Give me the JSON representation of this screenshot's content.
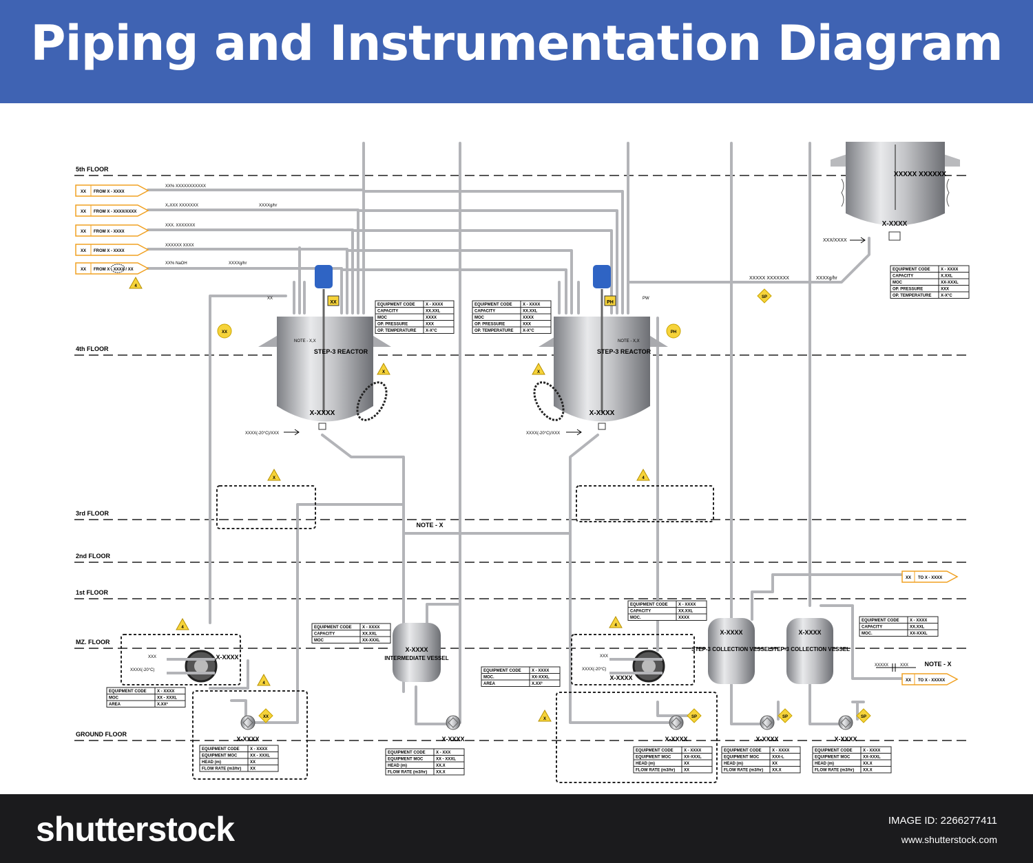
{
  "title": "Piping and Instrumentation Diagram",
  "colors": {
    "header": "#3f63b3",
    "footer": "#1b1b1d",
    "pipe": "#b8b9bc",
    "stream_box": "#f0a020",
    "warning": "#f6d33a",
    "motor": "#2f64c4"
  },
  "floors": [
    {
      "id": "fifth",
      "label": "5th FLOOR"
    },
    {
      "id": "fourth",
      "label": "4th FLOOR"
    },
    {
      "id": "third",
      "label": "3rd FLOOR"
    },
    {
      "id": "second",
      "label": "2nd FLOOR"
    },
    {
      "id": "first",
      "label": "1st FLOOR"
    },
    {
      "id": "mz",
      "label": "MZ. FLOOR"
    },
    {
      "id": "ground",
      "label": "GROUND FLOOR"
    }
  ],
  "inlet_streams": [
    {
      "tag": "XX",
      "source": "FROM X - XXXX",
      "desc": "XX% XXXXXXXXXXX",
      "flow": ""
    },
    {
      "tag": "XX",
      "source": "FROM X - XXXX/XXXX",
      "desc": "X₂XXX XXXXXXX",
      "flow": "XXXXg/hr"
    },
    {
      "tag": "XX",
      "source": "FROM X - XXXX",
      "desc": "XXX. XXXXXXX",
      "flow": ""
    },
    {
      "tag": "XX",
      "source": "FROM X - XXXX",
      "desc": "XXXXXX XXXX",
      "flow": ""
    },
    {
      "tag": "XX",
      "source": "FROM X - XXXX / XX",
      "desc": "XX% NaOH",
      "flow": "XXXXg/hr"
    }
  ],
  "outlet_streams": [
    {
      "tag": "XX",
      "dest": "TO X - XXXX"
    },
    {
      "tag": "XX",
      "dest": "TO X - XXXXX"
    }
  ],
  "reactors": [
    {
      "name": "STEP-3 REACTOR",
      "tag": "X-XXXX",
      "note": "NOTE - X,X",
      "instrument": "XX",
      "indicator": "XX",
      "inlet_label": "XXXX(-20°C)/XXX",
      "vent": "XX",
      "spec": [
        [
          "EQUIPMENT CODE",
          "X - XXXX"
        ],
        [
          "CAPACITY",
          "XX.XXL"
        ],
        [
          "MOC",
          "XXXX"
        ],
        [
          "OP. PRESSURE",
          "XXX"
        ],
        [
          "OP. TEMPERATURE",
          "X-X°C"
        ]
      ]
    },
    {
      "name": "STEP-3 REACTOR",
      "tag": "X-XXXX",
      "note": "NOTE - X,X",
      "instrument": "PH",
      "indicator": "PH",
      "inlet_label": "XXXX(-20°C)/XXX",
      "vent": "PW",
      "spec": [
        [
          "EQUIPMENT CODE",
          "X - XXXX"
        ],
        [
          "CAPACITY",
          "XX.XXL"
        ],
        [
          "MOC",
          "XXXX"
        ],
        [
          "OP. PRESSURE",
          "XXX"
        ],
        [
          "OP. TEMPERATURE",
          "X-X°C"
        ]
      ]
    }
  ],
  "storage_tank": {
    "name": "XXXXX XXXXXX",
    "tag": "X-XXXX",
    "inlet_label": "XXX/XXXX",
    "line_label": "XXXXX XXXXXXX",
    "line_flow": "XXXXg/hr",
    "spec": [
      [
        "EQUIPMENT CODE",
        "X - XXXX"
      ],
      [
        "CAPACITY",
        "X.XXL"
      ],
      [
        "MOC",
        "XX-XXXL"
      ],
      [
        "OP. PRESSURE",
        "XXX"
      ],
      [
        "OP. TEMPERATURE",
        "X-X°C"
      ]
    ]
  },
  "intermediate_vessel": {
    "tag": "X-XXXX",
    "name": "INTERMEDIATE VESSEL",
    "spec": [
      [
        "EQUIPMENT CODE",
        "X - XXXX"
      ],
      [
        "CAPACITY",
        "XX.XXL"
      ],
      [
        "MOC",
        "XX-XXXL"
      ]
    ]
  },
  "collection_vessels": [
    {
      "tag": "X-XXXX",
      "name": "STEP-3 COLLECTION VESSEL",
      "spec": [
        [
          "EQUIPMENT CODE",
          "X - XXXX"
        ],
        [
          "CAPACITY",
          "XX.XXL"
        ],
        [
          "MOC.",
          "XXXX"
        ]
      ]
    },
    {
      "tag": "X-XXXX",
      "name": "STEP-3 COLLECTION VESSEL",
      "spec": [
        [
          "EQUIPMENT CODE",
          "X - XXXX"
        ],
        [
          "CAPACITY",
          "XX.XXL"
        ],
        [
          "MOC.",
          "XX-XXXL"
        ]
      ]
    }
  ],
  "chillers": [
    {
      "tag": "X-XXXX",
      "in_label": "XXX",
      "out_label": "XXXX(-20°C)",
      "spec": [
        [
          "EQUIPMENT CODE",
          "X - XXXX"
        ],
        [
          "MOC",
          "XX - XXXL"
        ],
        [
          "AREA",
          "X.XX²"
        ]
      ]
    },
    {
      "tag": "X-XXXX",
      "in_label": "XXX",
      "out_label": "XXXX(-20°C)",
      "spec": [
        [
          "EQUIPMENT CODE",
          "X - XXXX"
        ],
        [
          "MOC.",
          "XX-XXXL"
        ],
        [
          "AREA",
          "X.XX²"
        ]
      ]
    }
  ],
  "pumps": [
    {
      "tag": "X-XXXX",
      "badge": "XX",
      "spec": [
        [
          "EQUIPMENT CODE",
          "X - XXXX"
        ],
        [
          "EQUIPMENT MOC",
          "XX - XXXL"
        ],
        [
          "HEAD (m)",
          "XX"
        ],
        [
          "FLOW RATE (m3/hr)",
          "XX"
        ]
      ]
    },
    {
      "tag": "X-XXXX",
      "badge": "",
      "spec": [
        [
          "EQUIPMENT CODE",
          "X - XXX"
        ],
        [
          "EQUIPMENT MOC",
          "XX - XXXL"
        ],
        [
          "HEAD (m)",
          "XX.X"
        ],
        [
          "FLOW RATE (m3/hr)",
          "XX.X"
        ]
      ]
    },
    {
      "tag": "X-XXXX",
      "badge": "SP",
      "spec": [
        [
          "EQUIPMENT CODE",
          "X - XXXX"
        ],
        [
          "EQUIPMENT MOC",
          "XX-XXXL"
        ],
        [
          "HEAD (m)",
          "XX"
        ],
        [
          "FLOW RATE (m3/hr)",
          "XX"
        ]
      ]
    },
    {
      "tag": "X-XXXX",
      "badge": "SP",
      "spec": [
        [
          "EQUIPMENT CODE",
          "X - XXXX"
        ],
        [
          "EQUIPMENT MOC",
          "XXX-L"
        ],
        [
          "HEAD (m)",
          "XX"
        ],
        [
          "FLOW RATE (m3/hr)",
          "XX.X"
        ]
      ]
    },
    {
      "tag": "X-XXXX",
      "badge": "SP",
      "spec": [
        [
          "EQUIPMENT CODE",
          "X - XXXX"
        ],
        [
          "EQUIPMENT MOC",
          "XX-XXXL"
        ],
        [
          "HEAD (m)",
          "XX.X"
        ],
        [
          "FLOW RATE (m3/hr)",
          "XX.X"
        ]
      ]
    }
  ],
  "notes": {
    "note_x": "NOTE - X",
    "note_x_right": "NOTE - X",
    "valve_label_left": "XXXXX",
    "valve_label_right": "XXX",
    "sp_badge": "SP"
  },
  "warning_labels": [
    "4",
    "X",
    "X",
    "X",
    "4",
    "4",
    "4",
    "4",
    "X"
  ],
  "footer": {
    "brand": "shutterstock",
    "image_id": "IMAGE ID: 2266277411",
    "site": "www.shutterstock.com"
  }
}
